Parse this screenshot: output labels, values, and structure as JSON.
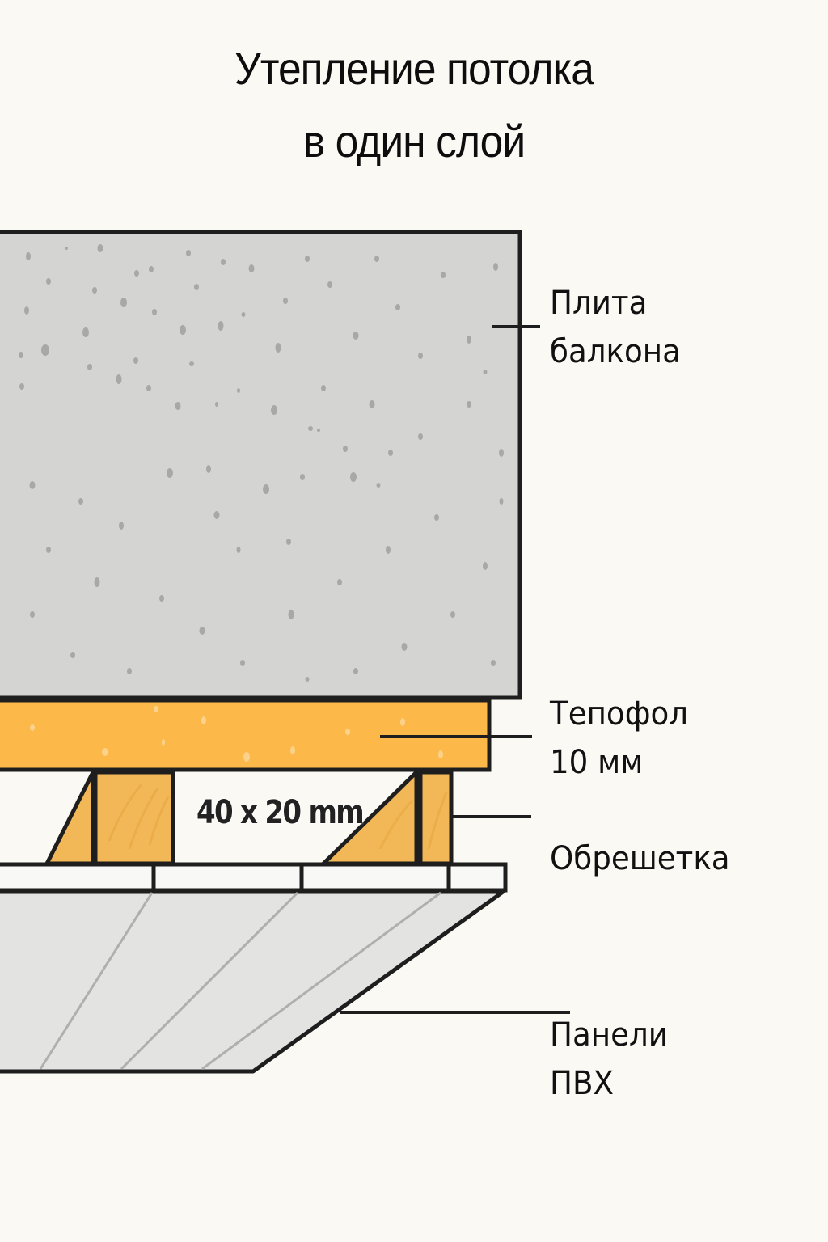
{
  "title": {
    "line1": "Утепление потолка",
    "line2": "в один слой"
  },
  "layers": [
    {
      "id": "slab",
      "label_lines": [
        "Плита",
        "балкона"
      ],
      "color": "#D4D4D2",
      "dot_color": "#A8A8A6"
    },
    {
      "id": "insulation",
      "label_lines": [
        "Тепофол",
        "10 мм"
      ],
      "color": "#FDB84A"
    },
    {
      "id": "battens",
      "label_lines": [
        "Обрешетка"
      ],
      "color": "#F2B857",
      "dimension": "40 x 20 mm"
    },
    {
      "id": "pvc-panels",
      "label_lines": [
        "Панели",
        "ПВХ"
      ],
      "color": "#E3E3E1"
    }
  ],
  "colors": {
    "background": "#FBF9F4",
    "outline": "#1E1E1E",
    "panel_seam": "#AFAFAD"
  }
}
